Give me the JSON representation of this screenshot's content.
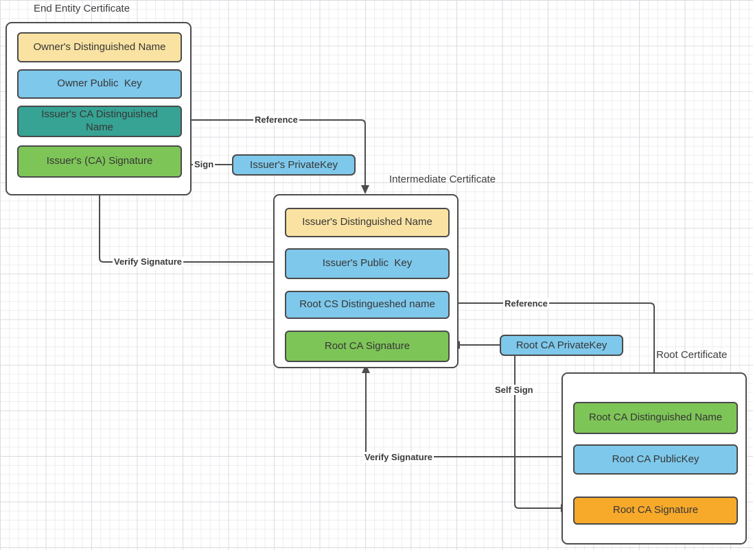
{
  "colors": {
    "yellow": "#FAE3A2",
    "blue": "#7EC8EB",
    "teal": "#36A394",
    "green": "#7EC558",
    "orange": "#F7A92A",
    "line": "#4D4D4D",
    "container_bg": "#FFFFFF",
    "text": "#3A3A3A"
  },
  "certificates": {
    "end_entity": {
      "title": "End Entity Certificate",
      "fields": [
        {
          "label": "Owner's Distinguished Name",
          "color_name": "yellow"
        },
        {
          "label": "Owner Public  Key",
          "color_name": "blue"
        },
        {
          "label": "Issuer's CA Distinguished\nName",
          "color_name": "teal"
        },
        {
          "label": "Issuer's (CA) Signature",
          "color_name": "green"
        }
      ]
    },
    "intermediate": {
      "title": "Intermediate Certificate",
      "fields": [
        {
          "label": "Issuer's Distinguished Name",
          "color_name": "yellow"
        },
        {
          "label": "Issuer's Public  Key",
          "color_name": "blue"
        },
        {
          "label": "Root CS Distingueshed name",
          "color_name": "blue"
        },
        {
          "label": "Root CA Signature",
          "color_name": "green"
        }
      ]
    },
    "root": {
      "title": "Root Certificate",
      "fields": [
        {
          "label": "Root CA Distinguished Name",
          "color_name": "green"
        },
        {
          "label": "Root CA PublicKey",
          "color_name": "blue"
        },
        {
          "label": "Root CA Signature",
          "color_name": "orange"
        }
      ]
    }
  },
  "keys": {
    "issuer_private_key": {
      "label": "Issuer's PrivateKey",
      "color_name": "blue"
    },
    "root_private_key": {
      "label": "Root CA PrivateKey",
      "color_name": "blue"
    }
  },
  "edges": {
    "reference_end_to_intermediate": "Reference",
    "sign": "Sign",
    "verify_signature_intermediate_to_end": "Verify Signature",
    "reference_intermediate_to_root": "Reference",
    "verify_signature_root_to_intermediate": "Verify Signature",
    "self_sign": "Self Sign"
  }
}
